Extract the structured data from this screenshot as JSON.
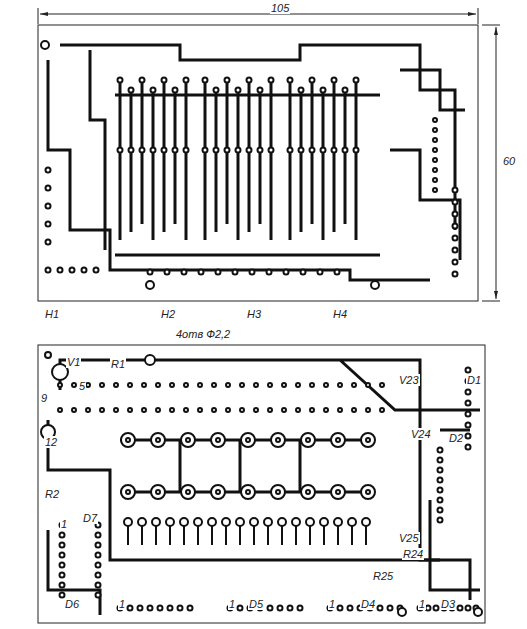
{
  "diagram": {
    "labels": [
      "105",
      "60",
      "H1",
      "H2",
      "H3",
      "H4",
      "4отв Ф2,2",
      "V1",
      "R1",
      "R2",
      "D1",
      "D2",
      "D3",
      "D4",
      "D5",
      "D6",
      "D7",
      "V23",
      "V24",
      "V25",
      "R24",
      "R25",
      "12",
      "5",
      "9",
      "1",
      "1",
      "1",
      "1",
      "1"
    ]
  }
}
